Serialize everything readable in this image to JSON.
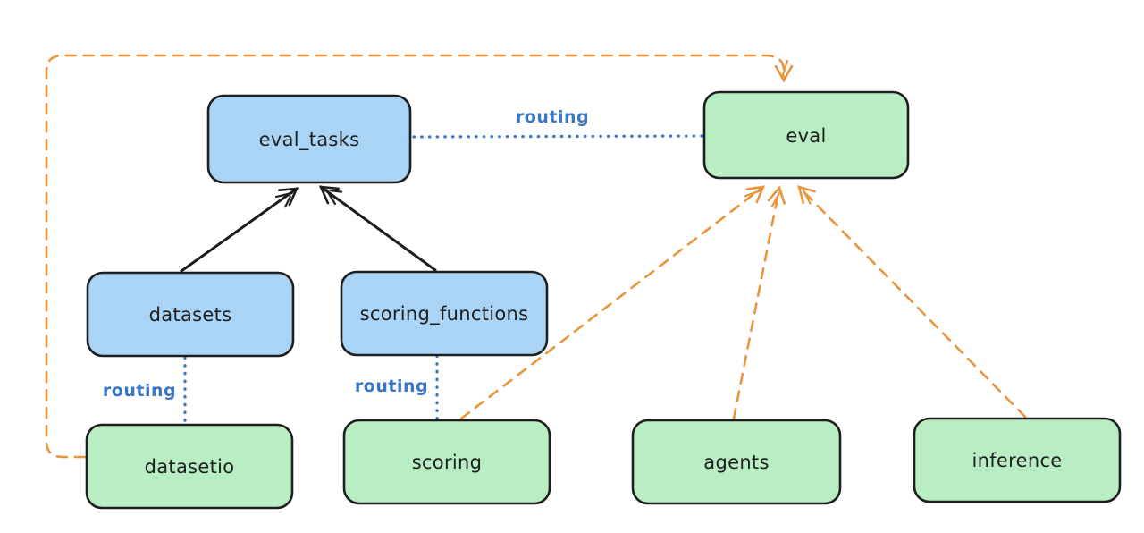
{
  "diagram": {
    "type": "architecture-routing-diagram",
    "background": "#ffffff",
    "colors": {
      "blue_fill": "#aad4f6",
      "green_fill": "#b9edc3",
      "node_stroke": "#1e1e1e",
      "text": "#1e1e1e",
      "routing_line": "#3b77c6",
      "routing_text": "#3b77c6",
      "orange": "#e9953d"
    },
    "nodes": {
      "eval_tasks": {
        "label": "eval_tasks",
        "fill": "blue"
      },
      "eval": {
        "label": "eval",
        "fill": "green"
      },
      "datasets": {
        "label": "datasets",
        "fill": "blue"
      },
      "scoring_functions": {
        "label": "scoring_functions",
        "fill": "blue"
      },
      "datasetio": {
        "label": "datasetio",
        "fill": "green"
      },
      "scoring": {
        "label": "scoring",
        "fill": "green"
      },
      "agents": {
        "label": "agents",
        "fill": "green"
      },
      "inference": {
        "label": "inference",
        "fill": "green"
      }
    },
    "edges": [
      {
        "from": "datasets",
        "to": "eval_tasks",
        "style": "solid-arrow",
        "color": "black"
      },
      {
        "from": "scoring_functions",
        "to": "eval_tasks",
        "style": "solid-arrow",
        "color": "black"
      },
      {
        "from": "eval_tasks",
        "to": "eval",
        "style": "dotted",
        "color": "blue",
        "label": "routing"
      },
      {
        "from": "datasets",
        "to": "datasetio",
        "style": "dotted",
        "color": "blue",
        "label": "routing"
      },
      {
        "from": "scoring_functions",
        "to": "scoring",
        "style": "dotted",
        "color": "blue",
        "label": "routing"
      },
      {
        "from": "datasetio",
        "to": "eval",
        "style": "dashed-arrow",
        "color": "orange"
      },
      {
        "from": "scoring",
        "to": "eval",
        "style": "dashed-arrow",
        "color": "orange"
      },
      {
        "from": "agents",
        "to": "eval",
        "style": "dashed-arrow",
        "color": "orange"
      },
      {
        "from": "inference",
        "to": "eval",
        "style": "dashed-arrow",
        "color": "orange"
      }
    ]
  }
}
